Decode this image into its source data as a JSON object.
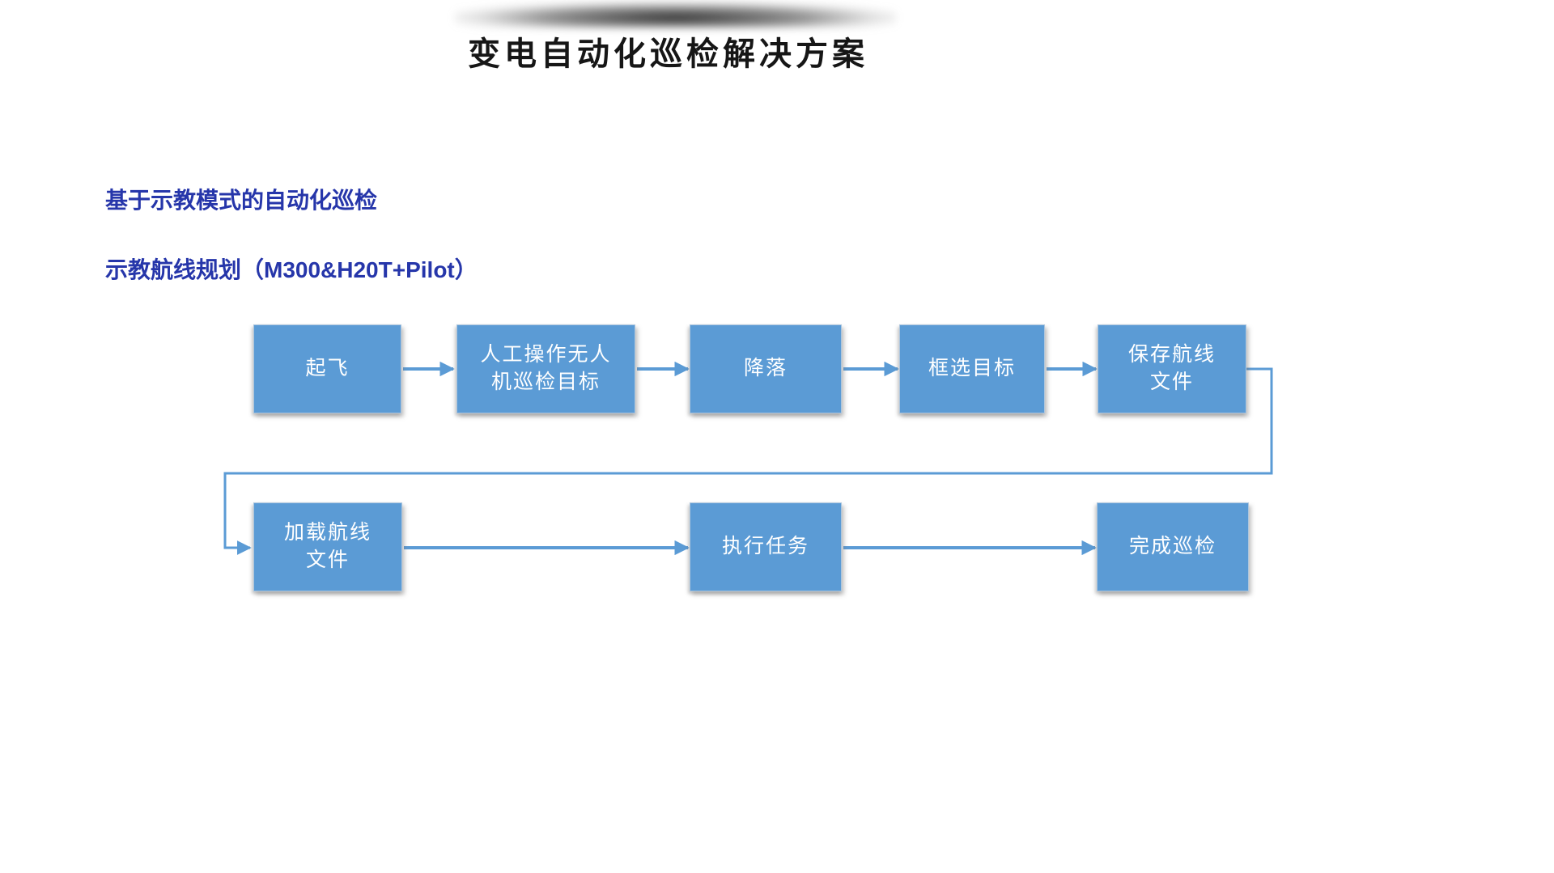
{
  "slide": {
    "title": "变电自动化巡检解决方案",
    "section_heading": "基于示教模式的自动化巡检",
    "subsection_heading": "示教航线规划（M300&H20T+Pilot）"
  },
  "flowchart": {
    "teach_phase_steps": [
      {
        "id": "takeoff",
        "label": "起飞"
      },
      {
        "id": "manual-operate-drone-inspect-target",
        "label": "人工操作无人\n机巡检目标"
      },
      {
        "id": "landing",
        "label": "降落"
      },
      {
        "id": "box-select-target",
        "label": "框选目标"
      },
      {
        "id": "save-route-file",
        "label": "保存航线\n文件"
      }
    ],
    "execute_phase_steps": [
      {
        "id": "load-route-file",
        "label": "加载航线\n文件"
      },
      {
        "id": "execute-task",
        "label": "执行任务"
      },
      {
        "id": "finish-inspection",
        "label": "完成巡检"
      }
    ]
  },
  "colors": {
    "box_fill": "#5b9bd5",
    "arrow": "#5b9bd5",
    "heading_blue": "#2636aa",
    "title_color": "#161616",
    "box_text": "#ffffff",
    "page_bg": "#ffffff"
  }
}
